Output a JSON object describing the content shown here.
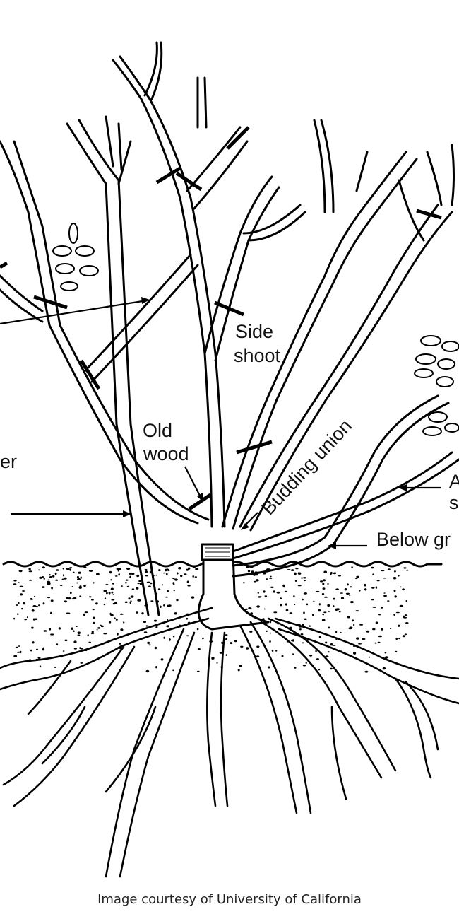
{
  "labels": {
    "side_shoot": [
      "Side",
      "shoot"
    ],
    "old_wood": [
      "Old",
      "wood"
    ],
    "budding_union": "Budding union",
    "left_cut_word": "er",
    "right_a": [
      "A",
      "s"
    ],
    "below_ground": "Below gr"
  },
  "caption": "Image courtesy of University of California",
  "colors": {
    "ink": "#000000",
    "background": "#ffffff"
  }
}
